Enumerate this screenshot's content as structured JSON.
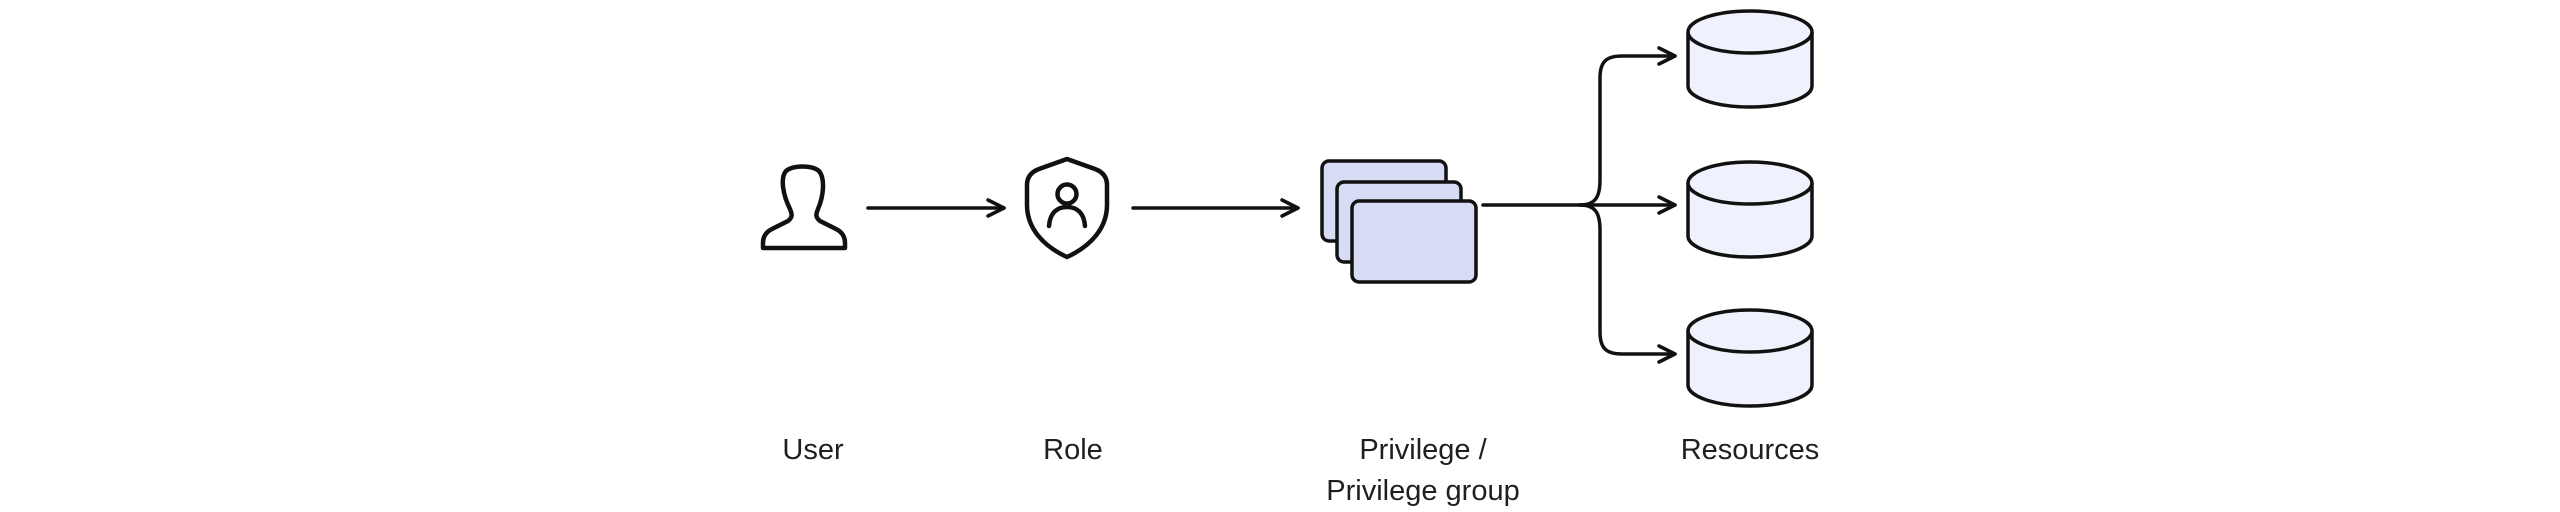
{
  "nodes": {
    "user": {
      "label": "User",
      "icon": "user-icon"
    },
    "role": {
      "label": "Role",
      "icon": "shield-user-icon"
    },
    "privilege": {
      "label_line1": "Privilege /",
      "label_line2": "Privilege group",
      "icon": "stacked-cards-icon"
    },
    "resources": {
      "label": "Resources",
      "icon": "database-icon"
    }
  },
  "colors": {
    "stroke": "#111111",
    "card_fill": "#d7dcf5",
    "database_fill": "#eff2fc",
    "text": "#1f1f1f",
    "background": "#ffffff"
  }
}
